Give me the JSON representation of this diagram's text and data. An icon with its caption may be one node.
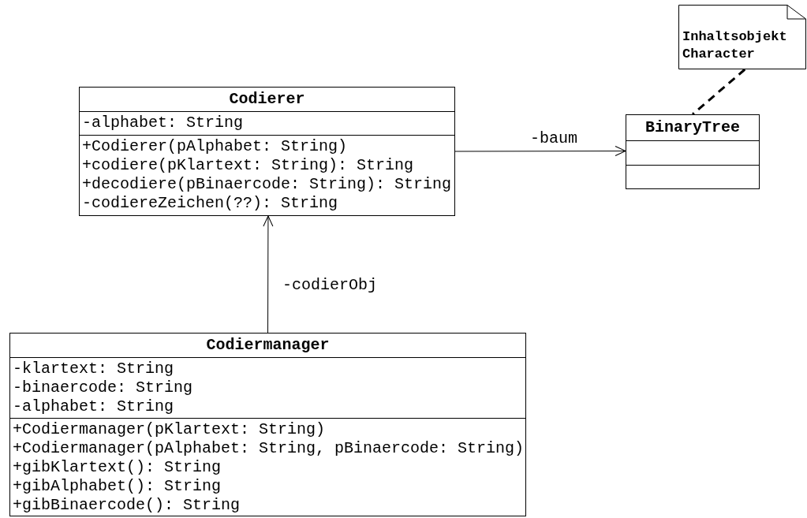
{
  "diagram": {
    "nodes": [
      {
        "text": [
          "Inhaltsobjekt Character"
        ]
      },
      {
        "text": [
          "Codierer"
        ]
      },
      {
        "text": [
          "-alphabet: String"
        ],
        "in": 1
      },
      {
        "text": [
          "+Codierer(pAlphabet: String)",
          "+codiere(pKlartext: String): String",
          "+decodiere(pBinaercode: String): String",
          "-codiereZeichen(??): String"
        ],
        "in": 1
      },
      {
        "text": [
          "BinaryTree"
        ]
      },
      {
        "text": [],
        "shape": "box",
        "in": 4
      },
      {
        "text": [],
        "shape": "box",
        "in": 4
      },
      {
        "text": [
          "Codiermanager"
        ]
      },
      {
        "text": [
          "-klartext: String",
          "-binaercode: String",
          "-alphabet: String"
        ],
        "in": 7
      },
      {
        "text": [
          "+Codiermanager(pKlartext: String)",
          "+Codiermanager(pAlphabet: String, pBinaercode: String)",
          "+gibKlartext(): String",
          "+gibAlphabet(): String",
          "+gibBinaercode(): String"
        ],
        "in": 7
      }
    ],
    "edges": [
      {
        "from": 1,
        "to": 4,
        "arrow": "to",
        "label": "-baum"
      },
      {
        "from": 7,
        "to": 1,
        "arrow": "to",
        "label": "-codierObj"
      },
      {
        "from": 0,
        "to": 4,
        "arrow": "none",
        "style": "dashed"
      }
    ]
  }
}
